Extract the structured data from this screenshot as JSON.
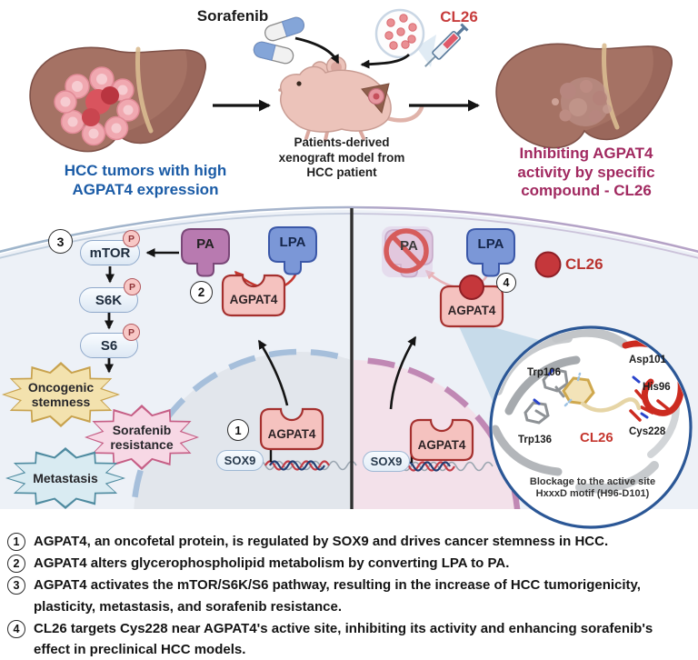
{
  "top": {
    "sorafenib": "Sorafenib",
    "cl26": "CL26",
    "left_caption": "HCC tumors with high AGPAT4 expression",
    "center_caption": "Patients-derived xenograft model from HCC patient",
    "right_caption": "Inhibiting AGPAT4 activity by specific compound - CL26"
  },
  "cell": {
    "step1": "1",
    "step2": "2",
    "step3": "3",
    "step4": "4",
    "mtor": "mTOR",
    "s6k": "S6K",
    "s6": "S6",
    "p": "P",
    "pa": "PA",
    "lpa": "LPA",
    "agpat4": "AGPAT4",
    "sox9": "SOX9",
    "cl26": "CL26",
    "oncogenic_stemness": "Oncogenic stemness",
    "sorafenib_resistance": "Sorafenib resistance",
    "metastasis": "Metastasis"
  },
  "inset": {
    "trp106": "Trp106",
    "asp101": "Asp101",
    "his96": "His96",
    "trp136": "Trp136",
    "cys228": "Cys228",
    "cl26": "CL26",
    "caption": "Blockage to the active site HxxxD motif (H96-D101)"
  },
  "notes": [
    {
      "num": "1",
      "text": "AGPAT4, an oncofetal protein, is regulated by SOX9 and drives cancer stemness in HCC."
    },
    {
      "num": "2",
      "text": "AGPAT4 alters glycerophospholipid metabolism by converting LPA to PA."
    },
    {
      "num": "3",
      "text": "AGPAT4 activates the mTOR/S6K/S6 pathway, resulting in the increase of HCC tumorigenicity, plasticity, metastasis, and sorafenib resistance."
    },
    {
      "num": "4",
      "text": "CL26 targets Cys228 near AGPAT4's active site, inhibiting its activity and enhancing sorafenib's effect in preclinical HCC models."
    }
  ],
  "colors": {
    "blue_caption": "#1a5ba6",
    "magenta_caption": "#a12960",
    "red_accent": "#c5372f",
    "pa_fill": "#b87ab0",
    "lpa_fill": "#7b97d7",
    "agpat4_fill": "#f5c2bf"
  }
}
